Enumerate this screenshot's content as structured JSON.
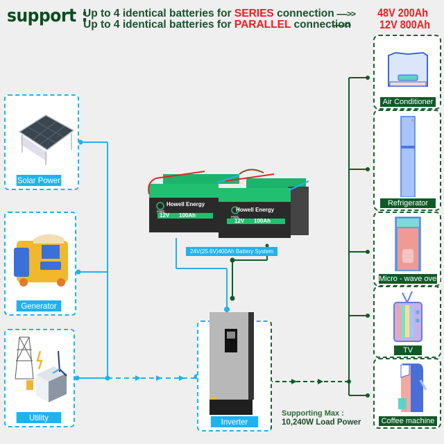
{
  "header": {
    "support_label": "support :",
    "lines": [
      {
        "prefix": "Up to 4 identical batteries for ",
        "highlight": "SERIES",
        "suffix": " connection",
        "arrow": "----->>",
        "result": "48V 200Ah"
      },
      {
        "prefix": "Up to 4 identical batteries for ",
        "highlight": "PARALLEL",
        "suffix": " connection",
        "arrow": "----->>",
        "result": "12V 800Ah"
      }
    ]
  },
  "sources": [
    {
      "label": "Solar Power",
      "icon": "solar-panel-icon"
    },
    {
      "label": "Generator",
      "icon": "generator-icon"
    },
    {
      "label": "Utility",
      "icon": "utility-grid-icon"
    }
  ],
  "battery": {
    "brand": "Howell Energy",
    "logo_text": "HWE",
    "voltage": "12V",
    "capacity": "100Ah",
    "system_label": "24V(25.6V)400Ah Battery System"
  },
  "inverter": {
    "label": "Inverter",
    "caption_line1": "Supporting Max :",
    "caption_line2": "10,240W Load Power"
  },
  "loads": [
    {
      "label": "Air Conditioner",
      "icon": "air-conditioner-icon"
    },
    {
      "label": "Refrigerator",
      "icon": "refrigerator-icon"
    },
    {
      "label": "Micro - wave oven",
      "icon": "microwave-oven-icon"
    },
    {
      "label": "TV",
      "icon": "tv-icon"
    },
    {
      "label": "Coffee machine",
      "icon": "coffee-machine-icon"
    }
  ],
  "colors": {
    "source_line": "#1fb2ee",
    "load_line": "#0f5a26",
    "highlight_red": "#ee1c1c",
    "header_green": "#0d4d1f"
  }
}
